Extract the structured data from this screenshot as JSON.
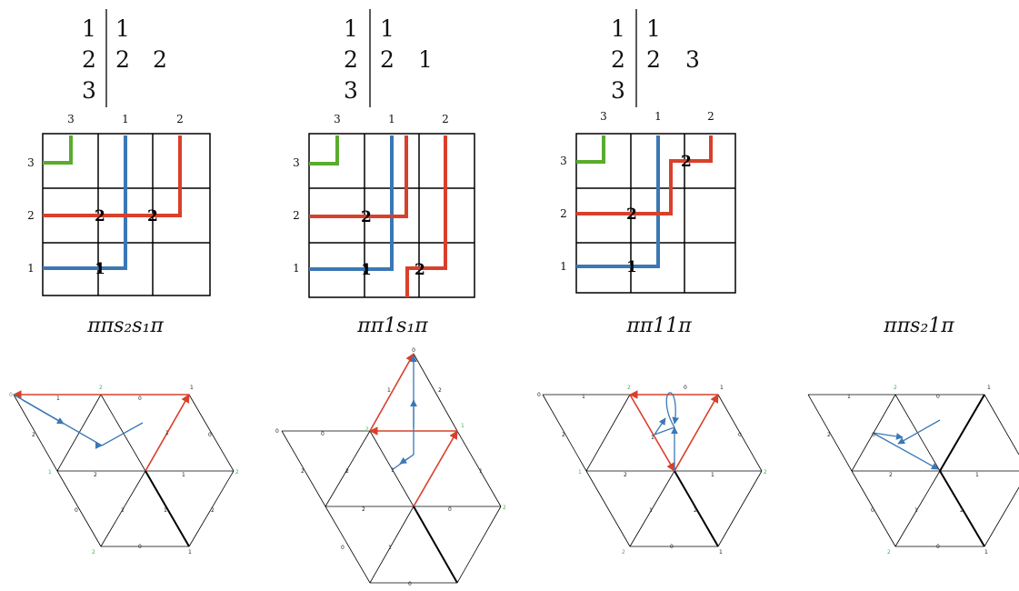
{
  "colors": {
    "green": "#5aab2e",
    "blue": "#3a78b5",
    "red": "#d9402b",
    "black": "#000000"
  },
  "tableaux": [
    {
      "left": [
        "1",
        "2",
        "3"
      ],
      "right": [
        [
          "1"
        ],
        [
          "2",
          "2"
        ],
        []
      ]
    },
    {
      "left": [
        "1",
        "2",
        "3"
      ],
      "right": [
        [
          "1"
        ],
        [
          "2",
          "1"
        ],
        []
      ]
    },
    {
      "left": [
        "1",
        "2",
        "3"
      ],
      "right": [
        [
          "1"
        ],
        [
          "2",
          "3"
        ],
        []
      ]
    }
  ],
  "grids": [
    {
      "top_labels": [
        "3",
        "1",
        "2"
      ],
      "side_labels": [
        "3",
        "2",
        "1"
      ],
      "crossing_labels": [
        "2",
        "2",
        "1"
      ]
    },
    {
      "top_labels": [
        "3",
        "1",
        "2"
      ],
      "side_labels": [
        "3",
        "2",
        "1"
      ],
      "crossing_labels": [
        "2",
        "1",
        "2"
      ]
    },
    {
      "top_labels": [
        "3",
        "1",
        "2"
      ],
      "side_labels": [
        "3",
        "2",
        "1"
      ],
      "crossing_labels": [
        "2",
        "2",
        "1"
      ]
    }
  ],
  "captions": [
    "ππs₂s₁π",
    "ππ1s₁π",
    "ππ11π",
    "ππs₂1π"
  ],
  "hexagons": [
    {
      "vertex_labels": [
        "0",
        "2",
        "1",
        "1",
        "2",
        "2",
        "1"
      ],
      "edge_labels": [
        "1",
        "0",
        "0",
        "2",
        "2",
        "1",
        "1",
        "2",
        "0",
        "1",
        "2",
        "0"
      ]
    },
    {
      "vertex_labels": [
        "0",
        "2",
        "1",
        "0",
        "2"
      ],
      "edge_labels": [
        "1",
        "2",
        "0",
        "1",
        "2",
        "1",
        "2",
        "0",
        "2",
        "0",
        "1",
        "0"
      ]
    },
    {
      "vertex_labels": [
        "0",
        "2",
        "1",
        "1",
        "2",
        "2",
        "1"
      ],
      "edge_labels": [
        "1",
        "0",
        "2",
        "1",
        "2",
        "1",
        "0",
        "1",
        "2",
        "0"
      ]
    },
    {
      "vertex_labels": [
        "2",
        "1",
        "2",
        "1"
      ],
      "edge_labels": [
        "1",
        "0",
        "2",
        "0",
        "2",
        "1",
        "0",
        "1",
        "2",
        "0"
      ]
    }
  ]
}
